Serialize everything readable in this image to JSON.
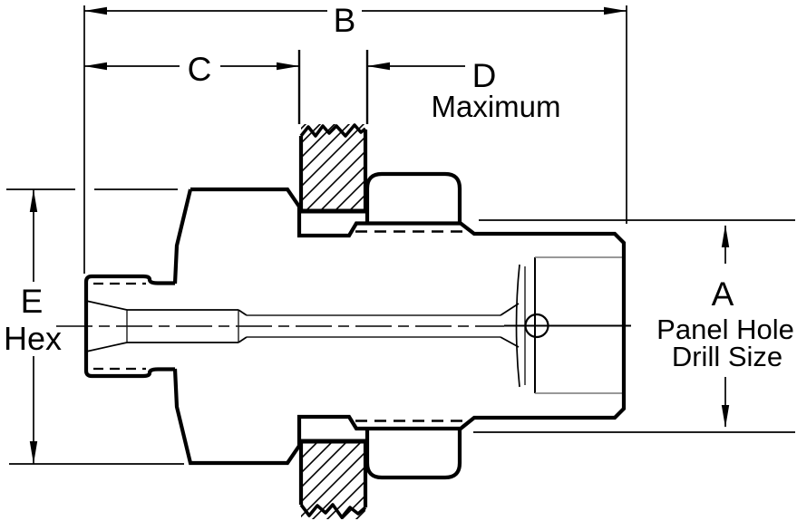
{
  "figure": {
    "kind": "dimensioned cross-section technical drawing of a bulkhead tube fitting through a panel",
    "background_color": "#ffffff",
    "line_color": "#000000"
  },
  "dimensions": {
    "b": {
      "label": "B"
    },
    "c": {
      "label": "C"
    },
    "d": {
      "label": "D",
      "qualifier": "Maximum"
    },
    "e": {
      "label": "E",
      "qualifier": "Hex"
    },
    "a": {
      "label": "A",
      "qualifier_line1": "Panel Hole",
      "qualifier_line2": "Drill Size"
    }
  }
}
